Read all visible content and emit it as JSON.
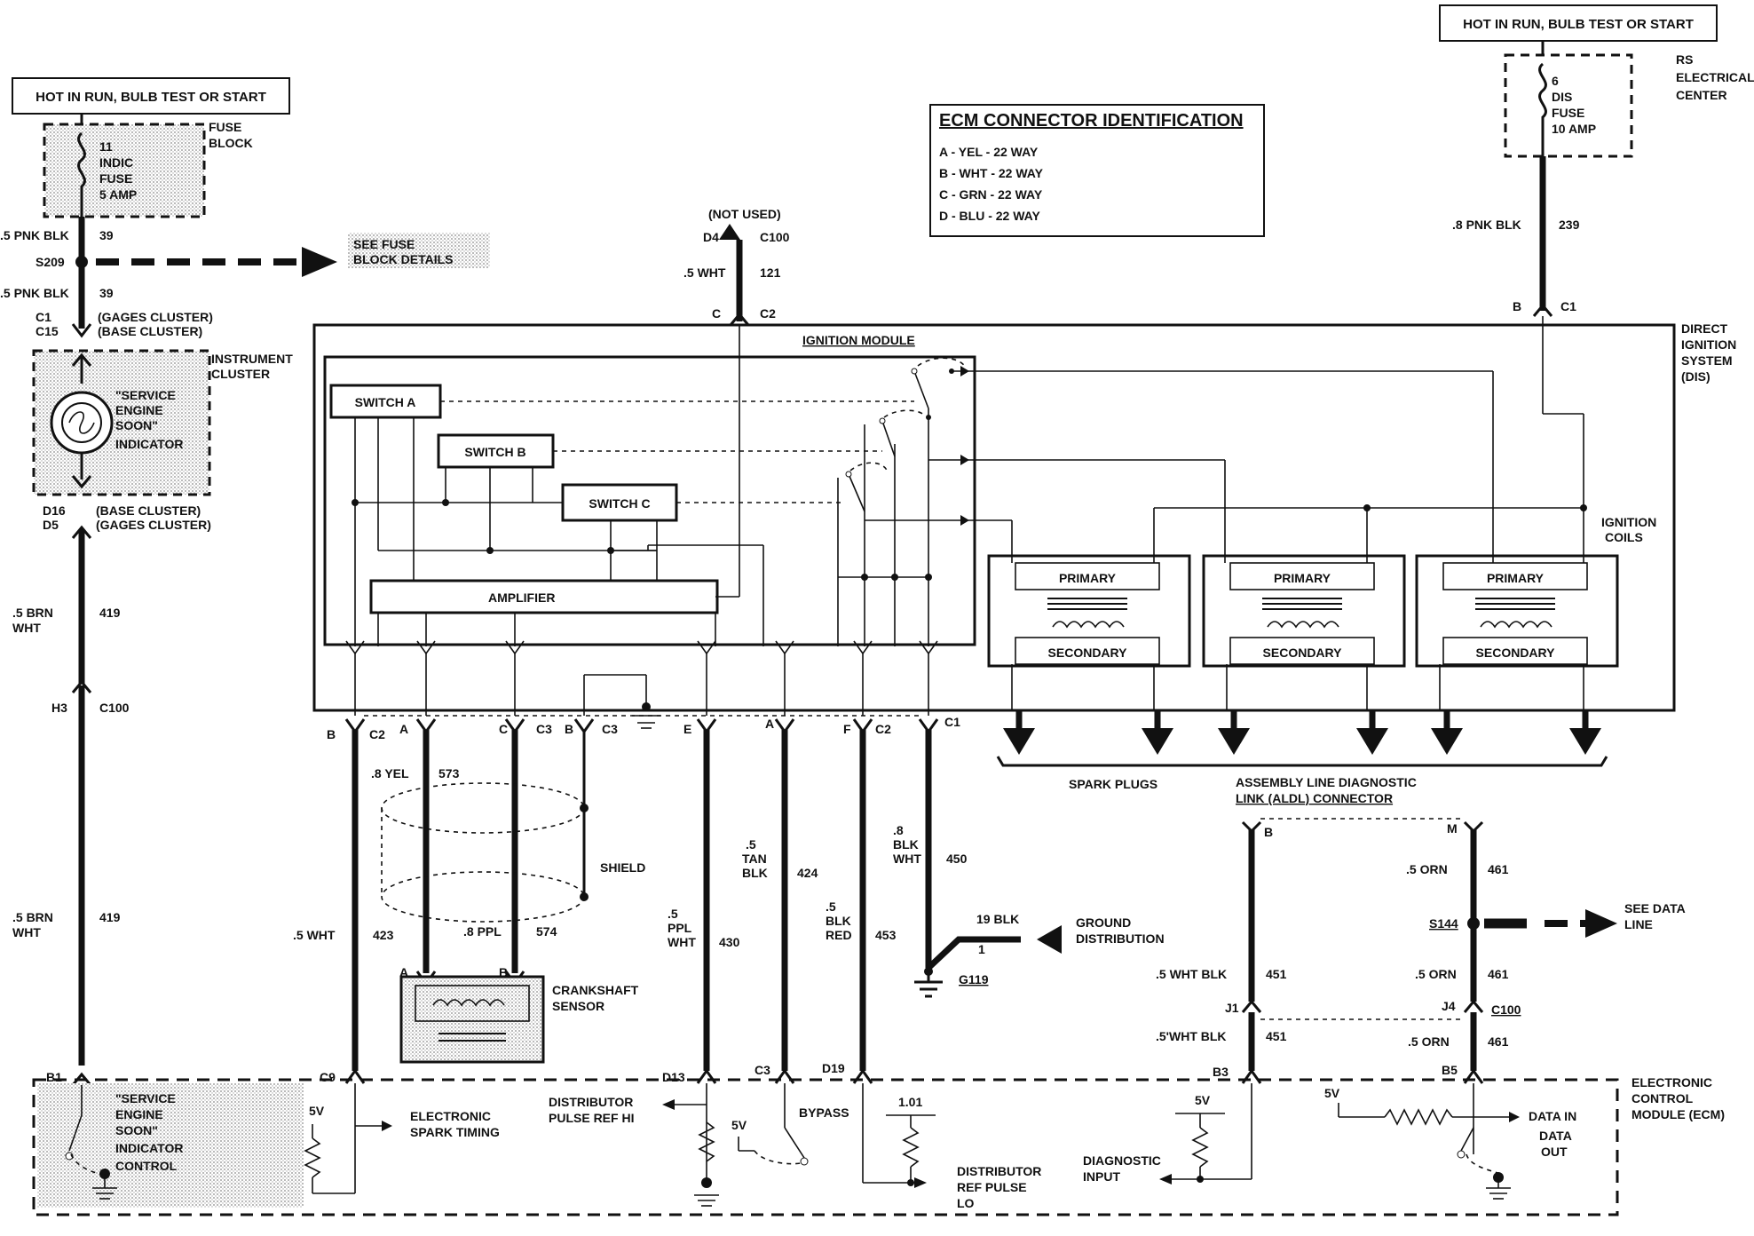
{
  "power_labels": {
    "left": "HOT IN RUN, BULB TEST OR START",
    "right": "HOT IN RUN, BULB TEST OR START"
  },
  "fuse_left": {
    "number": "11",
    "name1": "INDIC",
    "name2": "FUSE",
    "rating": "5 AMP",
    "block1": "FUSE",
    "block2": "BLOCK"
  },
  "fuse_right": {
    "number": "6",
    "name1": "DIS",
    "name2": "FUSE",
    "rating": "10 AMP",
    "center1": "RS",
    "center2": "ELECTRICAL",
    "center3": "CENTER"
  },
  "ecm_id": {
    "title": "ECM CONNECTOR IDENTIFICATION",
    "rows": [
      "A - YEL - 22 WAY",
      "B - WHT - 22 WAY",
      "C - GRN - 22 WAY",
      "D - BLU - 22 WAY"
    ]
  },
  "wires_left": {
    "w1": ".5 PNK BLK",
    "c1": "39",
    "splice": "S209",
    "see_fuse1": "SEE FUSE",
    "see_fuse2": "BLOCK DETAILS",
    "w2": ".5 PNK BLK",
    "c2": "39",
    "conn1a": "C1",
    "conn1b": "C15",
    "conn1a_desc": "(GAGES CLUSTER)",
    "conn1b_desc": "(BASE CLUSTER)",
    "cluster1": "INSTRUMENT",
    "cluster2": "CLUSTER",
    "ses1": "\"SERVICE",
    "ses2": "ENGINE",
    "ses3": "SOON\"",
    "ses4": "INDICATOR",
    "conn2a": "D16",
    "conn2b": "D5",
    "conn2a_desc": "(BASE CLUSTER)",
    "conn2b_desc": "(GAGES CLUSTER)",
    "w3a": ".5 BRN",
    "w3b": "WHT",
    "c3": "419",
    "h3": "H3",
    "c100": "C100",
    "w4a": ".5 BRN",
    "w4b": "WHT",
    "c4": "419",
    "b1": "B1"
  },
  "top_wire": {
    "not_used": "(NOT USED)",
    "d4": "D4",
    "c100": "C100",
    "wire": ".5 WHT",
    "circuit": "121",
    "c": "C",
    "c2": "C2"
  },
  "dis_wire": {
    "wire": ".8 PNK BLK",
    "circuit": "239",
    "b": "B",
    "c1": "C1"
  },
  "dis": {
    "title1": "DIRECT",
    "title2": "IGNITION",
    "title3": "SYSTEM",
    "title4": "(DIS)",
    "module": "IGNITION MODULE",
    "switch_a": "SWITCH A",
    "switch_b": "SWITCH B",
    "switch_c": "SWITCH C",
    "amplifier": "AMPLIFIER",
    "coils1": "IGNITION",
    "coils2": "COILS",
    "primary": "PRIMARY",
    "secondary": "SECONDARY",
    "spark_plugs": "SPARK PLUGS"
  },
  "bottom_conns": {
    "b": "B",
    "c2a": "C2",
    "a1": "A",
    "c": "C",
    "c3a": "C3",
    "b2": "B",
    "c3b": "C3",
    "e": "E",
    "a2": "A",
    "f": "F",
    "c2b": "C2",
    "c1": "C1"
  },
  "wires_mid": {
    "w423": ".5 WHT",
    "c423": "423",
    "w573": ".8 YEL",
    "c573": "573",
    "w574": ".8 PPL",
    "c574": "574",
    "shield": "SHIELD",
    "w430a": ".5",
    "w430b": "PPL",
    "w430c": "WHT",
    "c430": "430",
    "w424a": ".5",
    "w424b": "TAN",
    "w424c": "BLK",
    "c424": "424",
    "w453a": ".5",
    "w453b": "BLK",
    "w453c": "RED",
    "c453": "453",
    "w450a": ".8",
    "w450b": "BLK",
    "w450c": "WHT",
    "c450": "450",
    "gnd_wire": "19 BLK",
    "gnd_pin": "1",
    "gnd1": "GROUND",
    "gnd2": "DISTRIBUTION",
    "g119": "G119",
    "crank_a": "A",
    "crank_b": "B",
    "crank1": "CRANKSHAFT",
    "crank2": "SENSOR"
  },
  "aldl": {
    "title1": "ASSEMBLY LINE DIAGNOSTIC",
    "title2": "LINK (ALDL) CONNECTOR",
    "b": "B",
    "m": "M",
    "w461a": ".5 ORN",
    "c461a": "461",
    "splice": "S144",
    "see_data1": "SEE DATA",
    "see_data2": "LINE",
    "w461b": ".5 ORN",
    "c461b": "461",
    "w451a": ".5 WHT BLK",
    "c451a": "451",
    "j1": "J1",
    "j4": "J4",
    "c100": "C100",
    "w451b": ".5'WHT BLK",
    "c451b": "451",
    "w461c": ".5 ORN",
    "c461c": "461"
  },
  "ecm": {
    "title1": "ELECTRONIC",
    "title2": "CONTROL",
    "title3": "MODULE (ECM)",
    "c9": "C9",
    "d13": "D13",
    "c3": "C3",
    "d19": "D19",
    "b3": "B3",
    "b5": "B5",
    "ses1": "\"SERVICE",
    "ses2": "ENGINE",
    "ses3": "SOON\"",
    "ses4": "INDICATOR",
    "ses5": "CONTROL",
    "v5a": "5V",
    "v5b": "5V",
    "v5c": "5V",
    "v5d": "5V",
    "est1": "ELECTRONIC",
    "est2": "SPARK TIMING",
    "dist_hi1": "DISTRIBUTOR",
    "dist_hi2": "PULSE REF HI",
    "bypass": "BYPASS",
    "v101": "1.01",
    "dist_lo1": "DISTRIBUTOR",
    "dist_lo2": "REF PULSE",
    "dist_lo3": "LO",
    "diag1": "DIAGNOSTIC",
    "diag2": "INPUT",
    "data_in1": "DATA IN",
    "data_out1": "DATA",
    "data_out2": "OUT"
  }
}
